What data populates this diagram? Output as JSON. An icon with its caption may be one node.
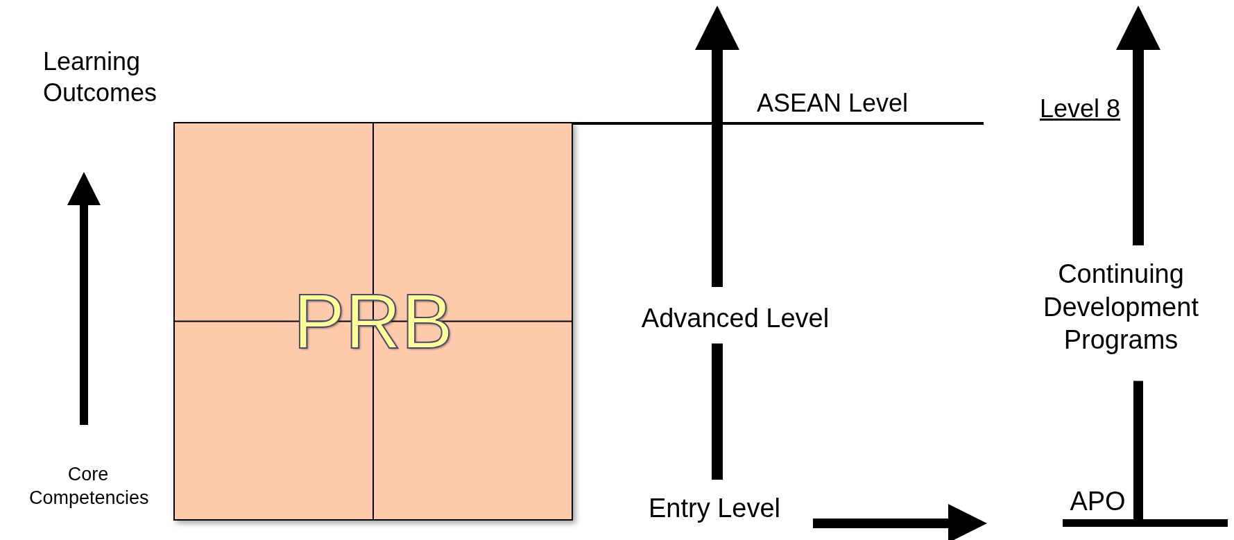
{
  "diagram": {
    "nodes": [
      {
        "text": [
          "Learning Outcomes"
        ]
      },
      {
        "text": [
          "Core Competencies"
        ]
      },
      {
        "text": [
          "PRB"
        ]
      },
      {
        "text": [
          "Advanced Level"
        ]
      },
      {
        "text": [
          "Entry Level"
        ]
      },
      {
        "text": [
          "APO"
        ]
      },
      {
        "text": [
          "Continuing Development Programs"
        ]
      }
    ],
    "edges": [
      {
        "from": 1,
        "to": 0,
        "arrow": "to"
      },
      {
        "from": 2,
        "to": null,
        "arrow": "none"
      },
      {
        "from": 4,
        "to": 3,
        "arrow": "none"
      },
      {
        "from": 3,
        "to": null,
        "arrow": "to"
      },
      {
        "from": 4,
        "to": 5,
        "arrow": "to"
      },
      {
        "from": 5,
        "to": 6,
        "arrow": "none"
      },
      {
        "from": 6,
        "to": null,
        "arrow": "to"
      }
    ],
    "labels": [
      "ASEAN Level",
      "Level 8"
    ]
  }
}
